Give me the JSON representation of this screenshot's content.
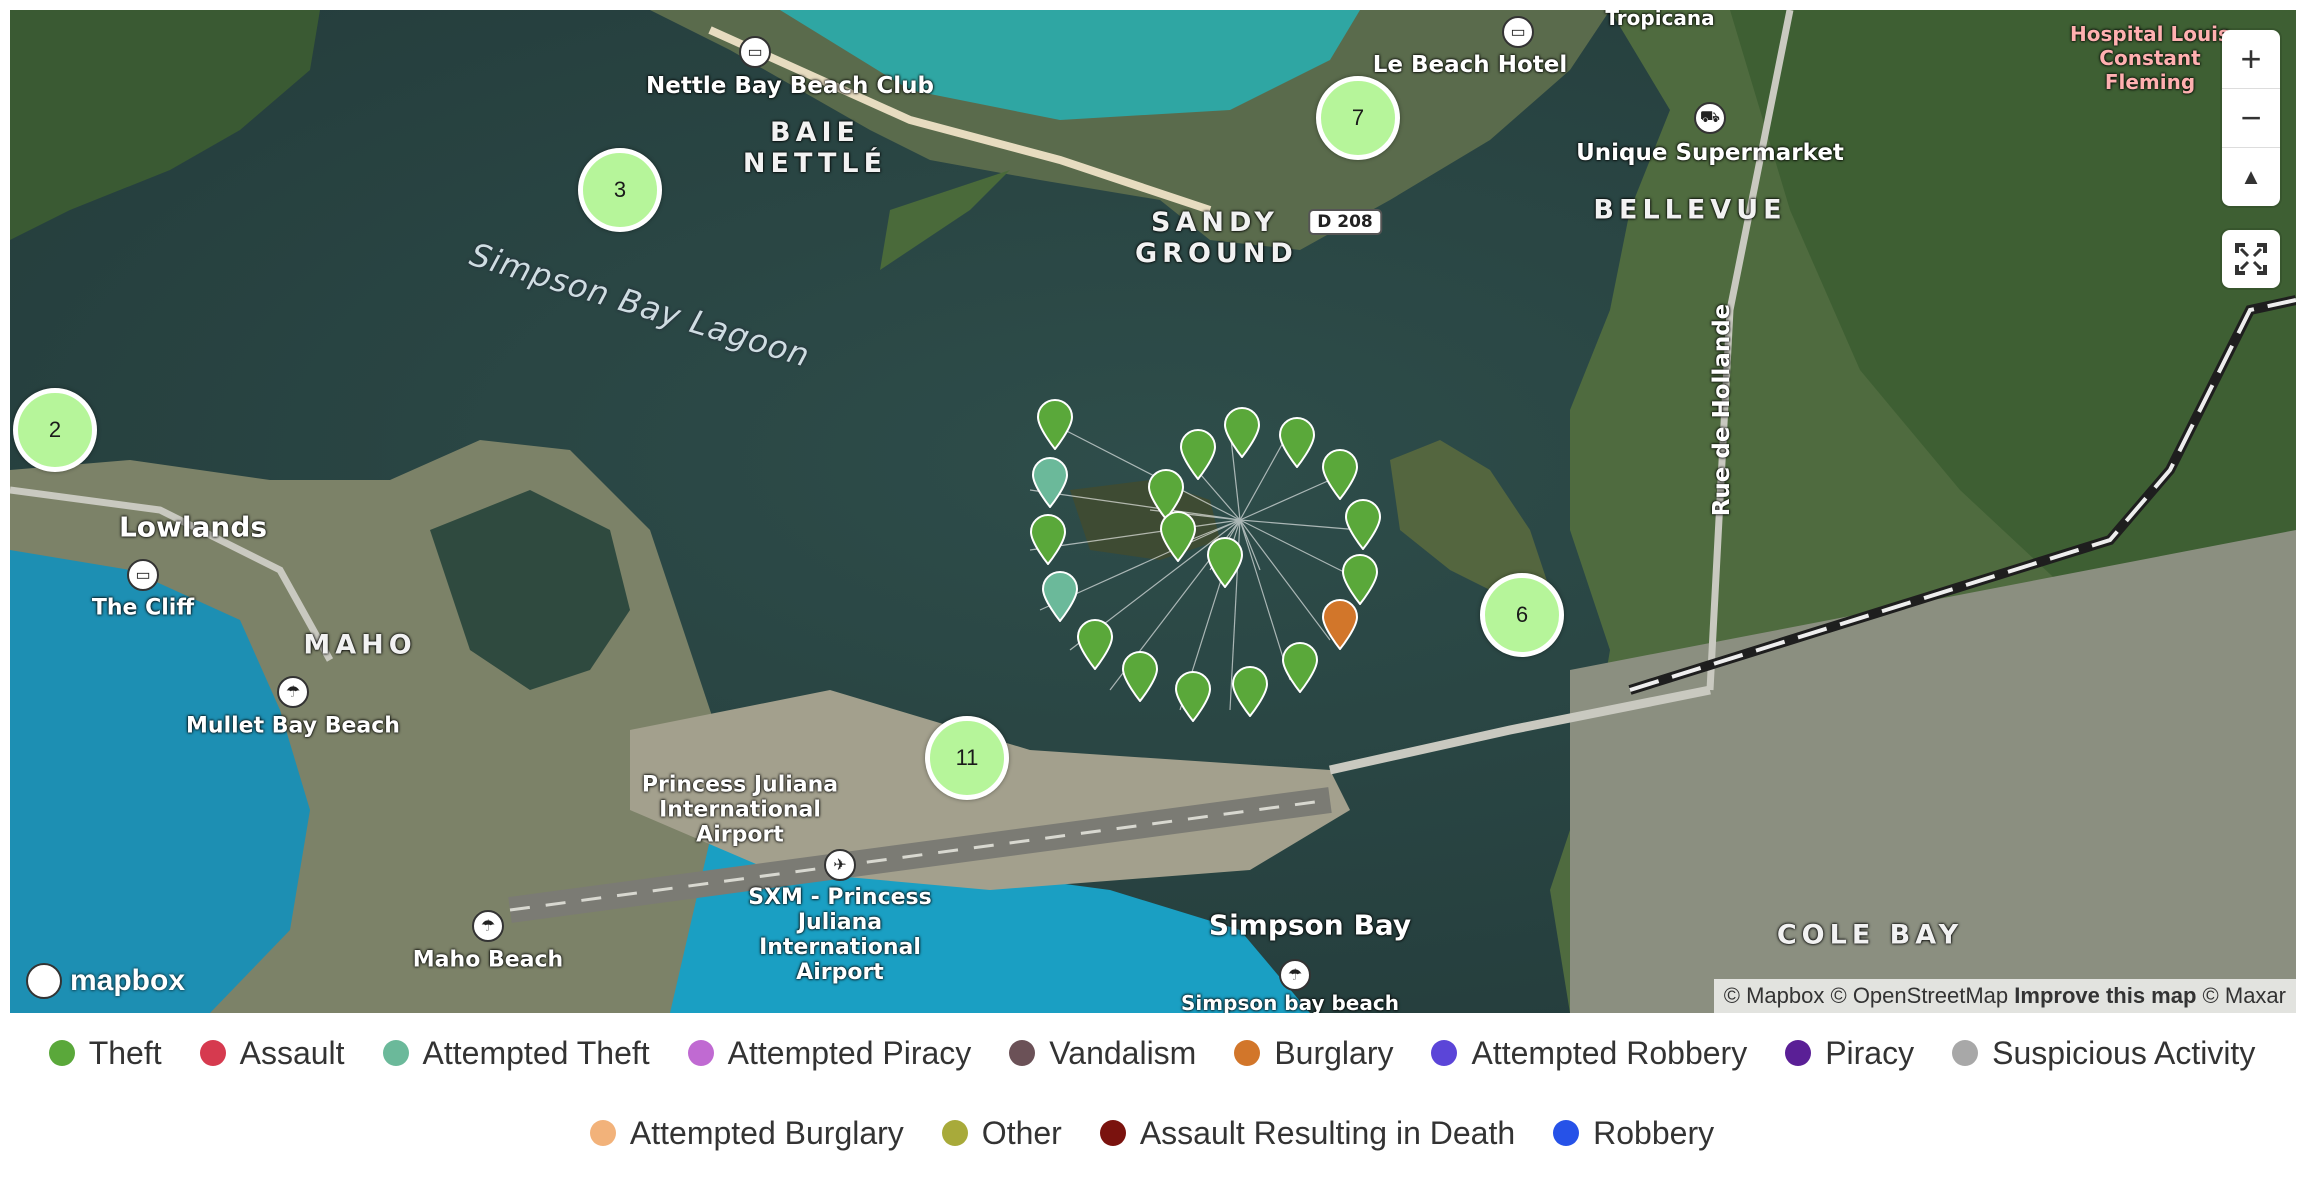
{
  "map": {
    "labels": {
      "tropicana": "Tropicana",
      "hospital": "Hospital Louis Constant Fleming",
      "nettle_bay": "Nettle Bay Beach Club",
      "baie_nettle": "BAIE NETTLÉ",
      "le_beach_hotel": "Le Beach Hotel",
      "unique_supermarket": "Unique Supermarket",
      "bellevue": "BELLEVUE",
      "sandy_ground": "SANDY GROUND",
      "d208": "D 208",
      "simpson_lagoon": "Simpson Bay Lagoon",
      "lowlands": "Lowlands",
      "the_cliff": "The Cliff",
      "maho": "MAHO",
      "mullet_bay": "Mullet Bay Beach",
      "princess_juliana": "Princess Juliana International Airport",
      "sxm": "SXM - Princess Juliana International Airport",
      "maho_beach": "Maho Beach",
      "simpson_bay": "Simpson Bay",
      "simpson_bay_beach": "Simpson bay beach",
      "rue_de_hollande": "Rue de Hollande",
      "cole_bay": "COLE BAY"
    },
    "clusters": [
      "7",
      "3",
      "2",
      "6",
      "11"
    ],
    "markers": [
      {
        "category": "Theft",
        "color": "#5aa83a"
      },
      {
        "category": "Attempted Theft",
        "color": "#6bb99a"
      },
      {
        "category": "Burglary",
        "color": "#d2762a"
      }
    ],
    "controls": {
      "zoom_in": "+",
      "zoom_out": "−",
      "compass": "▲"
    },
    "logo": "mapbox",
    "attribution": {
      "mapbox": "© Mapbox",
      "osm": "© OpenStreetMap",
      "improve": "Improve this map",
      "maxar": "© Maxar"
    }
  },
  "legend": {
    "row1": [
      {
        "label": "Theft",
        "color": "#5aa83a"
      },
      {
        "label": "Assault",
        "color": "#d63a4f"
      },
      {
        "label": "Attempted Theft",
        "color": "#6bb99a"
      },
      {
        "label": "Attempted Piracy",
        "color": "#c06ad2"
      },
      {
        "label": "Vandalism",
        "color": "#6b5157"
      },
      {
        "label": "Burglary",
        "color": "#d2762a"
      },
      {
        "label": "Attempted Robbery",
        "color": "#5b45d8"
      },
      {
        "label": "Piracy",
        "color": "#5a1f96"
      },
      {
        "label": "Suspicious Activity",
        "color": "#a8a8a8"
      }
    ],
    "row2": [
      {
        "label": "Attempted Burglary",
        "color": "#f2b27a"
      },
      {
        "label": "Other",
        "color": "#a8aa3a"
      },
      {
        "label": "Assault Resulting in Death",
        "color": "#7a120e"
      },
      {
        "label": "Robbery",
        "color": "#2652e8"
      }
    ]
  }
}
